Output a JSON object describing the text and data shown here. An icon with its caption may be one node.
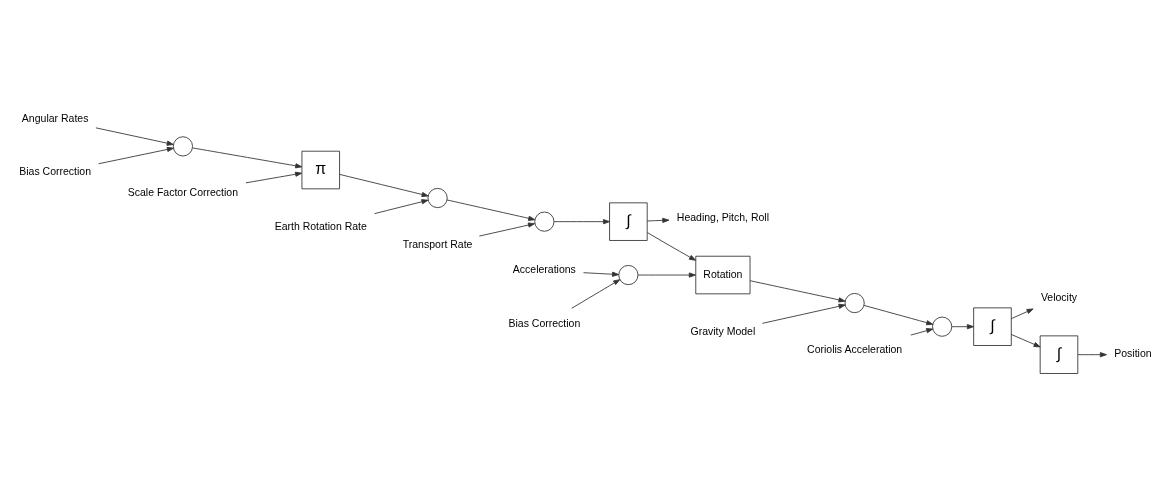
{
  "diagram": {
    "nodes": [
      {
        "text": [
          "Angular Rates"
        ]
      },
      {
        "text": [],
        "shape": "circle"
      },
      {
        "text": [
          "π"
        ]
      },
      {
        "text": [],
        "shape": "circle"
      },
      {
        "text": [],
        "shape": "circle"
      },
      {
        "text": [
          "∫"
        ]
      },
      {
        "text": [
          "Heading, Pitch, Roll"
        ]
      },
      {
        "text": [
          "Bias Correction"
        ]
      },
      {
        "text": [
          "Scale Factor Correction"
        ]
      },
      {
        "text": [
          "Earth Rotation Rate"
        ]
      },
      {
        "text": [
          "Transport Rate"
        ]
      },
      {
        "text": [
          "Accelerations"
        ]
      },
      {
        "text": [],
        "shape": "circle"
      },
      {
        "text": [
          "Rotation"
        ]
      },
      {
        "text": [],
        "shape": "circle"
      },
      {
        "text": [],
        "shape": "circle"
      },
      {
        "text": [
          "∫"
        ]
      },
      {
        "text": [
          "Velocity"
        ]
      },
      {
        "text": [
          "Bias Correction"
        ]
      },
      {
        "text": [
          "Gravity Model"
        ]
      },
      {
        "text": [
          "Coriolis Acceleration"
        ]
      },
      {
        "text": [
          "∫"
        ]
      },
      {
        "text": [
          "Position"
        ]
      }
    ],
    "edges": [
      {
        "from": 0,
        "to": 1,
        "arrow": "to"
      },
      {
        "from": 1,
        "to": 2,
        "arrow": "to"
      },
      {
        "from": 2,
        "to": 3,
        "arrow": "to"
      },
      {
        "from": 3,
        "to": 4,
        "arrow": "to"
      },
      {
        "from": 4,
        "to": 5,
        "arrow": "to"
      },
      {
        "from": 5,
        "to": 6,
        "arrow": "to"
      },
      {
        "from": 7,
        "to": 1,
        "arrow": "to"
      },
      {
        "from": 8,
        "to": 2,
        "arrow": "to"
      },
      {
        "from": 9,
        "to": 3,
        "arrow": "to"
      },
      {
        "from": 10,
        "to": 4,
        "arrow": "to"
      },
      {
        "from": 5,
        "to": 13,
        "arrow": "to"
      },
      {
        "from": 11,
        "to": 12,
        "arrow": "to"
      },
      {
        "from": 12,
        "to": 13,
        "arrow": "to"
      },
      {
        "from": 13,
        "to": 14,
        "arrow": "to"
      },
      {
        "from": 14,
        "to": 15,
        "arrow": "to"
      },
      {
        "from": 15,
        "to": 16,
        "arrow": "to"
      },
      {
        "from": 16,
        "to": 17,
        "arrow": "to"
      },
      {
        "from": 16,
        "to": 21,
        "arrow": "to"
      },
      {
        "from": 21,
        "to": 22,
        "arrow": "to"
      },
      {
        "from": 18,
        "to": 12,
        "arrow": "to"
      },
      {
        "from": 19,
        "to": 14,
        "arrow": "to"
      },
      {
        "from": 20,
        "to": 15,
        "arrow": "to"
      }
    ]
  }
}
